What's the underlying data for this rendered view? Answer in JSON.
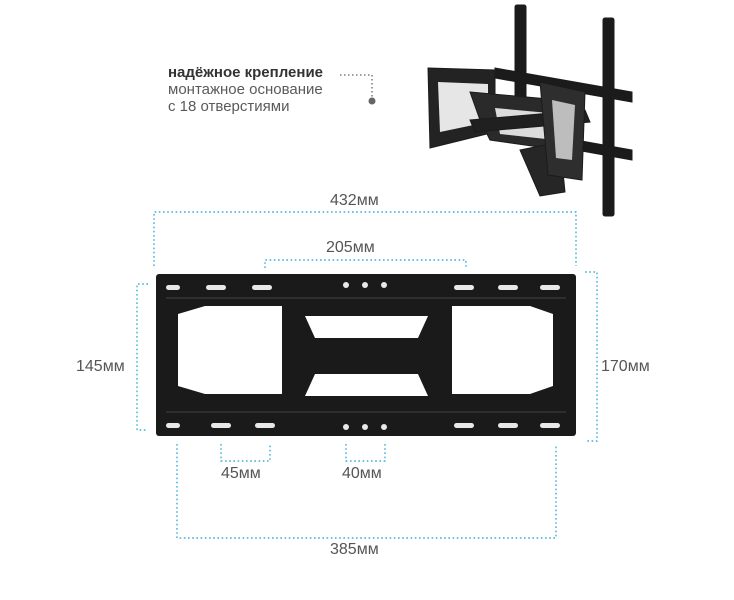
{
  "caption": {
    "title": "надёжное крепление",
    "line2": "монтажное основание",
    "line3": "с 18 отверстиями"
  },
  "dimensions": {
    "total_width": "432мм",
    "inner_width": "205мм",
    "left_height": "145мм",
    "right_height": "170мм",
    "slot_width": "45мм",
    "hole_spacing": "40мм",
    "bottom_width": "385мм"
  },
  "colors": {
    "dim_line": "#3aaed8",
    "plate": "#1a1a1a",
    "text": "#555555"
  }
}
